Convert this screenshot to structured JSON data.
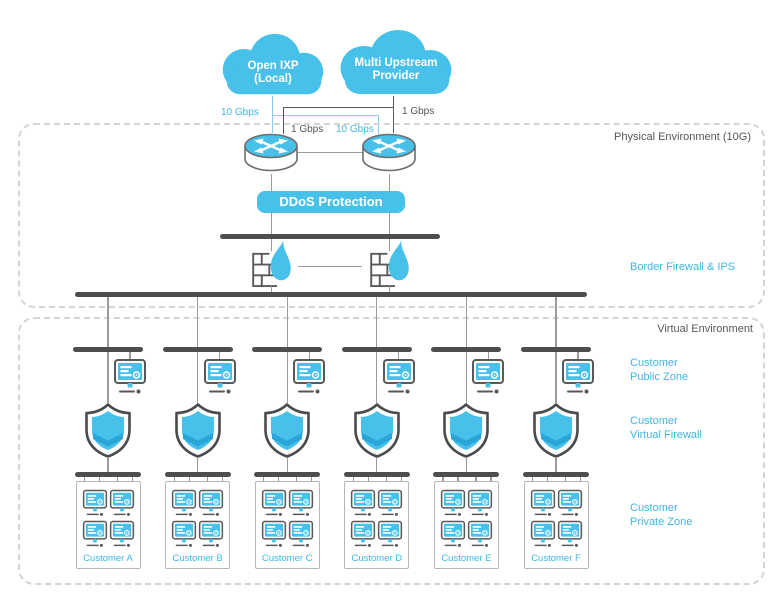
{
  "colors": {
    "accent_blue": "#47c1e9",
    "text_blue": "#3eb7e6",
    "link_blue": "#7dd0ee",
    "shield_chevron": "#2aa5da",
    "bus_dark": "#4c4d4f",
    "line_gray": "#9a9b9d",
    "icon_outline": "#58595b",
    "dashed_border": "#d4d4d4",
    "text_dark": "#55565a"
  },
  "clouds": {
    "open_ixp": {
      "line1": "Open IXP",
      "line2": "(Local)"
    },
    "upstream": {
      "line1": "Multi Upstream",
      "line2": "Provider"
    }
  },
  "links": {
    "ixp_to_router1": "10 Gbps",
    "upstream_to_router2": "1 Gbps",
    "upstream_to_router1": "1 Gbps",
    "ixp_to_router2": "10 Gbps"
  },
  "ddos": {
    "label": "DDoS Protection"
  },
  "zones": {
    "physical": {
      "label": "Physical Environment (10G)"
    },
    "virtual": {
      "label": "Virtual Environment"
    },
    "border_firewall": {
      "label": "Border Firewall & IPS"
    },
    "public": {
      "line1": "Customer",
      "line2": "Public Zone"
    },
    "virtual_firewall": {
      "line1": "Customer",
      "line2": "Virtual Firewall"
    },
    "private": {
      "line1": "Customer",
      "line2": "Private Zone"
    }
  },
  "customers": [
    {
      "label": "Customer A"
    },
    {
      "label": "Customer B"
    },
    {
      "label": "Customer C"
    },
    {
      "label": "Customer D"
    },
    {
      "label": "Customer E"
    },
    {
      "label": "Customer F"
    }
  ],
  "icons": {
    "cloud": "cloud-icon",
    "router": "router-icon",
    "firewall": "firewall-brick-icon",
    "flame": "flame-icon",
    "shield": "shield-icon",
    "vm": "vm-icon"
  }
}
